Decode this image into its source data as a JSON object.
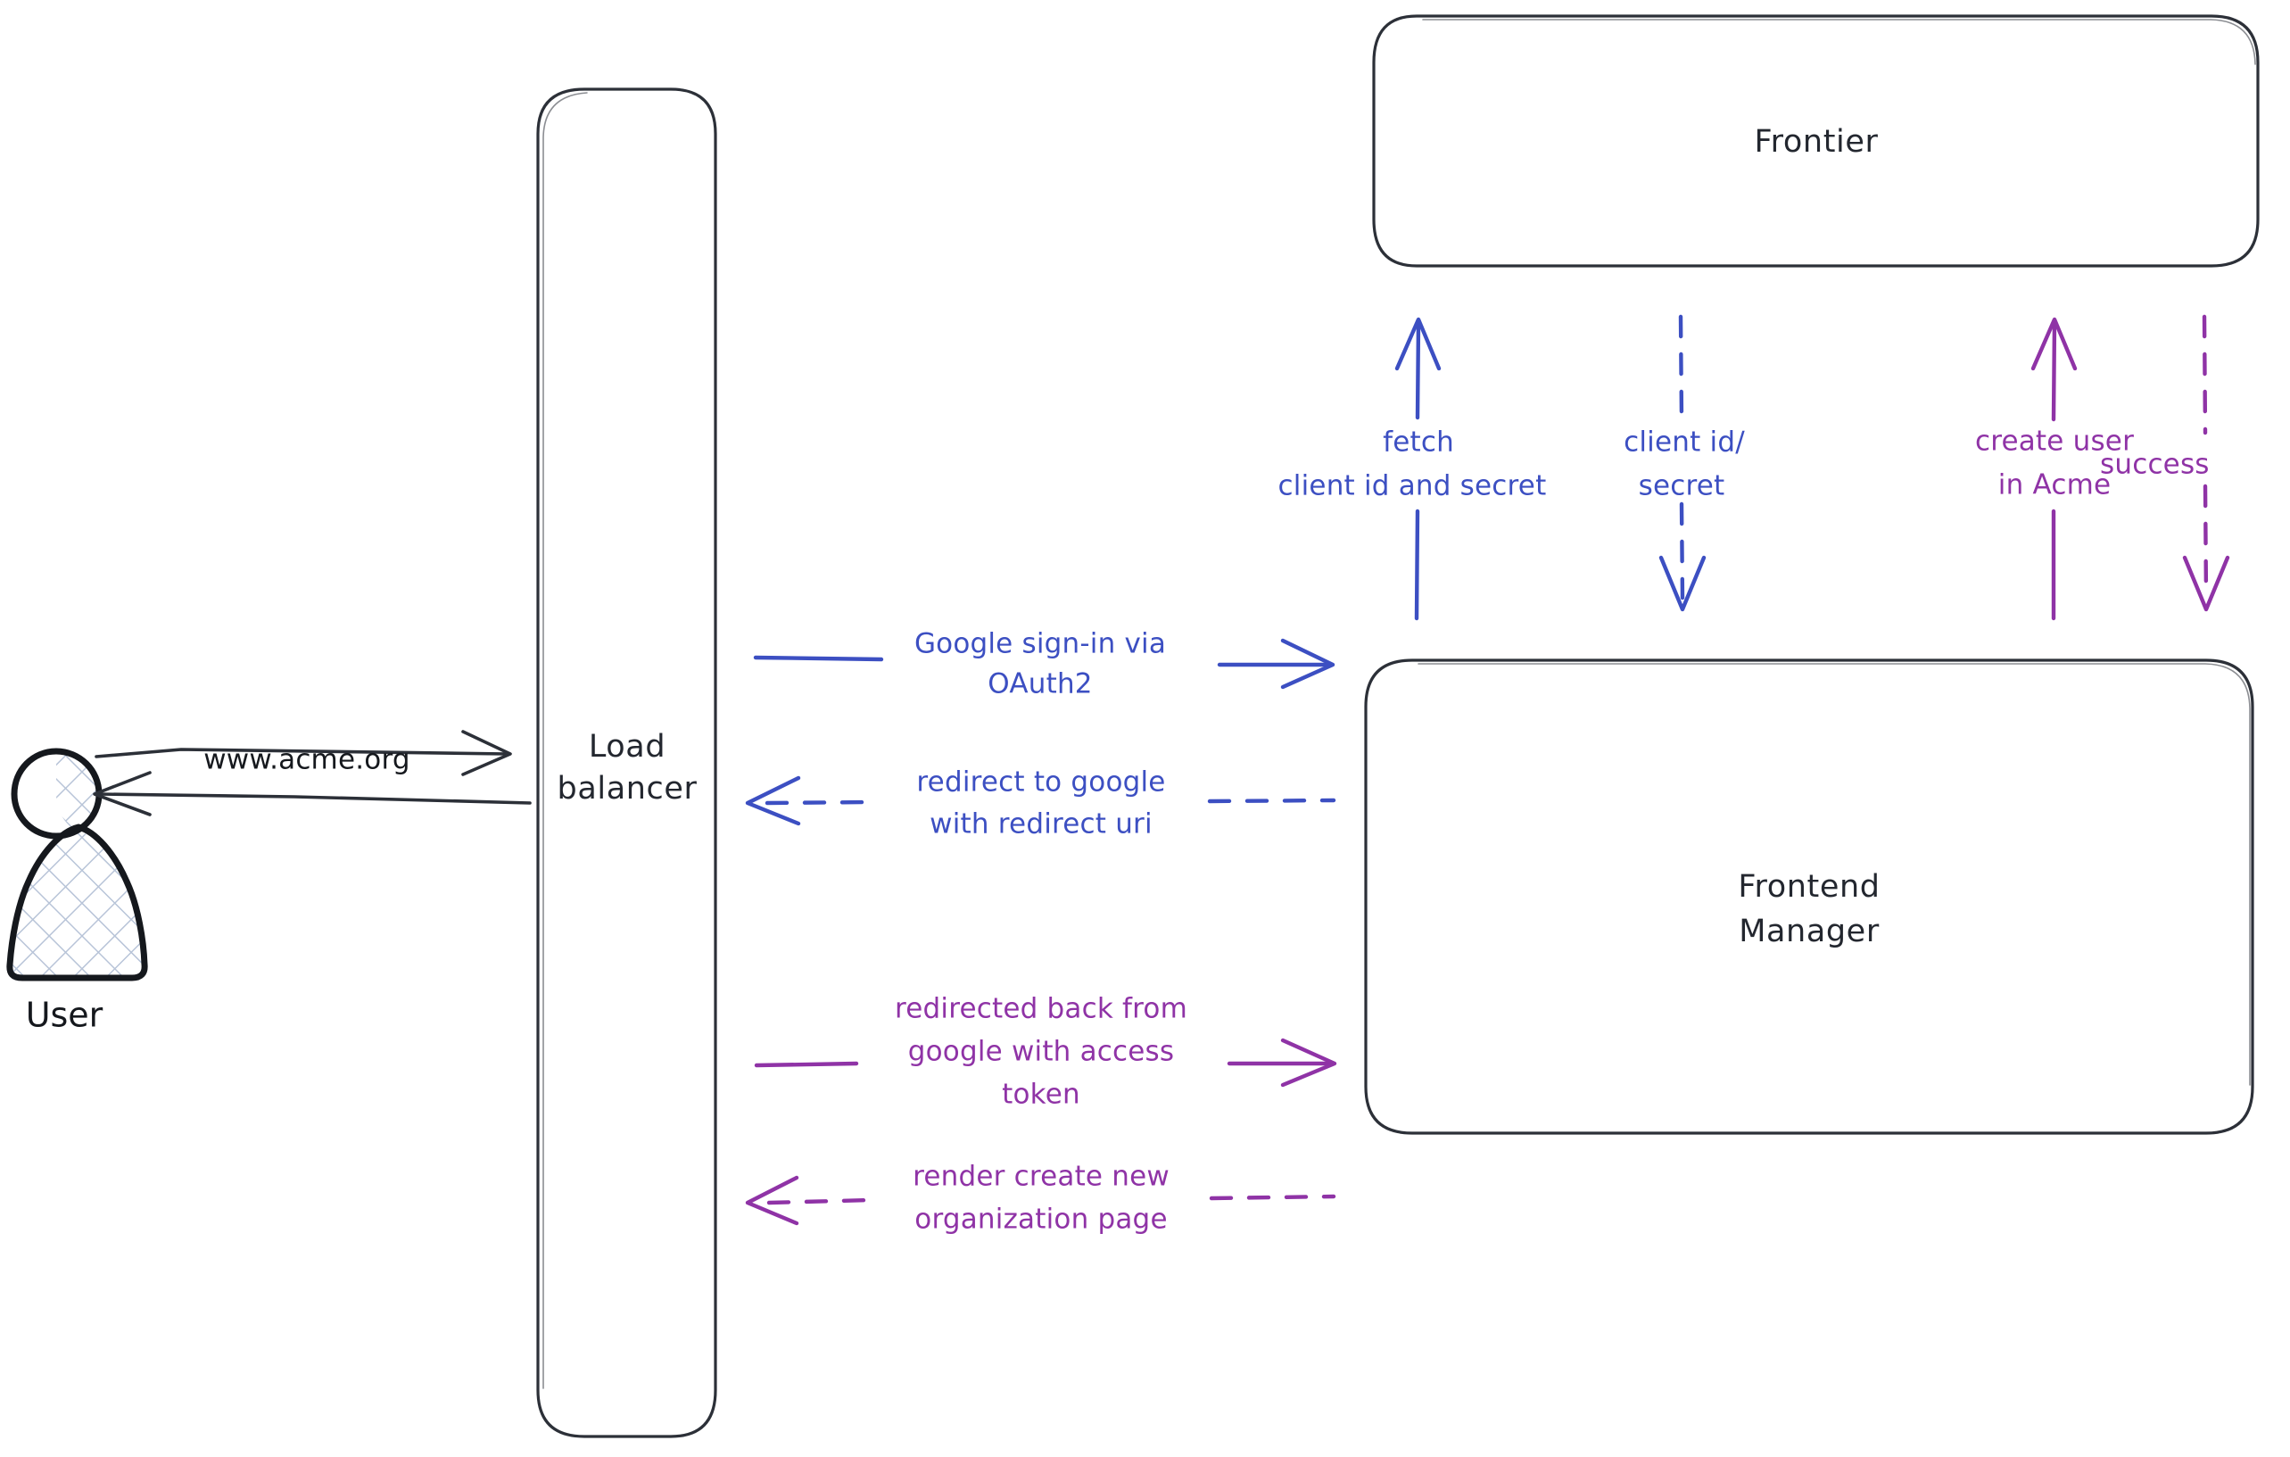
{
  "diagram": {
    "title": "Google OAuth2 sign-in sequence",
    "background": "#ffffff",
    "palette": {
      "ink": "#2c3038",
      "actor_ink": "#15181d",
      "blue": "#3c4fc2",
      "purple": "#8f33a6",
      "hatch": "#b8c4d8"
    }
  },
  "actors": [
    {
      "id": "user",
      "name": "user-actor",
      "label": "User",
      "shape": "person"
    }
  ],
  "nodes": [
    {
      "id": "load-balancer",
      "name": "node-load-balancer",
      "label_line1": "Load",
      "label_line2": "balancer",
      "shape": "rounded-rect"
    },
    {
      "id": "frontier",
      "name": "node-frontier",
      "label_line1": "Frontier",
      "label_line2": "",
      "shape": "rounded-rect"
    },
    {
      "id": "frontend-manager",
      "name": "node-frontend-manager",
      "label_line1": "Frontend",
      "label_line2": "Manager",
      "shape": "rounded-rect"
    }
  ],
  "edges": [
    {
      "id": "e1",
      "name": "edge-user-to-load-balancer",
      "from": "user",
      "to": "load-balancer",
      "label": "www.acme.org",
      "color": "gray",
      "style": "solid",
      "direction": "right"
    },
    {
      "id": "e2",
      "name": "edge-load-balancer-to-user",
      "from": "load-balancer",
      "to": "user",
      "label": "",
      "color": "gray",
      "style": "solid",
      "direction": "left"
    },
    {
      "id": "e3",
      "name": "edge-load-balancer-to-frontend-manager-signin",
      "from": "load-balancer",
      "to": "frontend-manager",
      "label_line1": "Google sign-in via",
      "label_line2": "OAuth2",
      "label_line3": "",
      "color": "blue",
      "style": "solid",
      "direction": "right"
    },
    {
      "id": "e4",
      "name": "edge-frontend-manager-to-load-balancer-redirect",
      "from": "frontend-manager",
      "to": "load-balancer",
      "label_line1": "redirect to google",
      "label_line2": "with redirect uri",
      "label_line3": "",
      "color": "blue",
      "style": "dashed",
      "direction": "left"
    },
    {
      "id": "e5",
      "name": "edge-load-balancer-to-frontend-manager-token",
      "from": "load-balancer",
      "to": "frontend-manager",
      "label_line1": "redirected back from",
      "label_line2": "google with access",
      "label_line3": "token",
      "color": "purple",
      "style": "solid",
      "direction": "right"
    },
    {
      "id": "e6",
      "name": "edge-frontend-manager-to-load-balancer-render",
      "from": "frontend-manager",
      "to": "load-balancer",
      "label_line1": "render create new",
      "label_line2": "organization page",
      "label_line3": "",
      "color": "purple",
      "style": "dashed",
      "direction": "left"
    },
    {
      "id": "e7",
      "name": "edge-frontend-manager-to-frontier-fetch",
      "from": "frontend-manager",
      "to": "frontier",
      "label_line1": "fetch",
      "label_line2": "client id and secret",
      "color": "blue",
      "style": "solid",
      "direction": "up"
    },
    {
      "id": "e8",
      "name": "edge-frontier-to-frontend-manager-credentials",
      "from": "frontier",
      "to": "frontend-manager",
      "label_line1": "client id/",
      "label_line2": "secret",
      "color": "blue",
      "style": "dashed",
      "direction": "down"
    },
    {
      "id": "e9",
      "name": "edge-frontend-manager-to-frontier-create-user",
      "from": "frontend-manager",
      "to": "frontier",
      "label_line1": "create user",
      "label_line2": "in Acme",
      "color": "purple",
      "style": "solid",
      "direction": "up"
    },
    {
      "id": "e10",
      "name": "edge-frontier-to-frontend-manager-success",
      "from": "frontier",
      "to": "frontend-manager",
      "label_line1": "success",
      "label_line2": "",
      "color": "purple",
      "style": "dashed",
      "direction": "down"
    }
  ]
}
